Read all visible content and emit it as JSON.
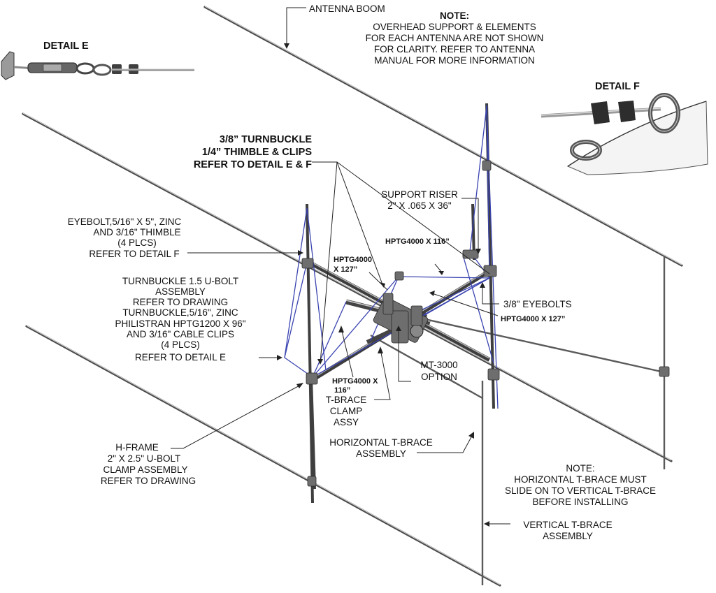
{
  "labels": {
    "antenna_boom": "ANTENNA BOOM",
    "note_top": [
      "NOTE:",
      "OVERHEAD SUPPORT & ELEMENTS",
      "FOR EACH ANTENNA ARE NOT SHOWN",
      "FOR CLARITY. REFER TO ANTENNA",
      "MANUAL FOR MORE INFORMATION"
    ],
    "detail_e": "DETAIL E",
    "detail_f": "DETAIL F",
    "turnbuckle_thimble": [
      "3/8” TURNBUCKLE",
      "1/4” THIMBLE & CLIPS",
      "REFER TO DETAIL E & F"
    ],
    "support_riser": [
      "SUPPORT RISER",
      "2\" X .065 X 36\""
    ],
    "eyebolt": [
      "EYEBOLT,5/16\" X 5\", ZINC",
      "AND 3/16\" THIMBLE",
      "(4 PLCS)",
      "REFER TO DETAIL F"
    ],
    "hptg_116_top": "HPTG4000 X 116”",
    "hptg_127_left": [
      "HPTG4000",
      "X 127”"
    ],
    "turnbuckle_ubolt": [
      "TURNBUCKLE 1.5 U-BOLT",
      "ASSEMBLY",
      "REFER TO DRAWING",
      "TURNBUCKLE,5/16\", ZINC",
      "PHILISTRAN HPTG1200 X 96\"",
      "AND 3/16\" CABLE CLIPS",
      "(4 PLCS)",
      "REFER TO DETAIL E"
    ],
    "eyebolts_38": "3/8\" EYEBOLTS",
    "hptg_127_right": "HPTG4000 X 127”",
    "hptg_116_bottom": [
      "HPTG4000 X",
      "116”"
    ],
    "mt3000": [
      "MT-3000",
      "OPTION"
    ],
    "tbrace_clamp": [
      "T-BRACE",
      "CLAMP",
      "ASSY"
    ],
    "hframe": [
      "H-FRAME",
      "2\" X 2.5\" U-BOLT",
      "CLAMP ASSEMBLY",
      "REFER TO DRAWING"
    ],
    "horizontal_tbrace": [
      "HORIZONTAL T-BRACE",
      "ASSEMBLY"
    ],
    "note_bottom": [
      "NOTE:",
      "HORIZONTAL T-BRACE MUST",
      "SLIDE ON TO VERTICAL T-BRACE",
      "BEFORE INSTALLING"
    ],
    "vertical_tbrace": [
      "VERTICAL T-BRACE",
      "ASSEMBLY"
    ]
  },
  "colors": {
    "guy_cable": "#3a44b0",
    "metal": "#4a4a4a",
    "text": "#111111"
  }
}
